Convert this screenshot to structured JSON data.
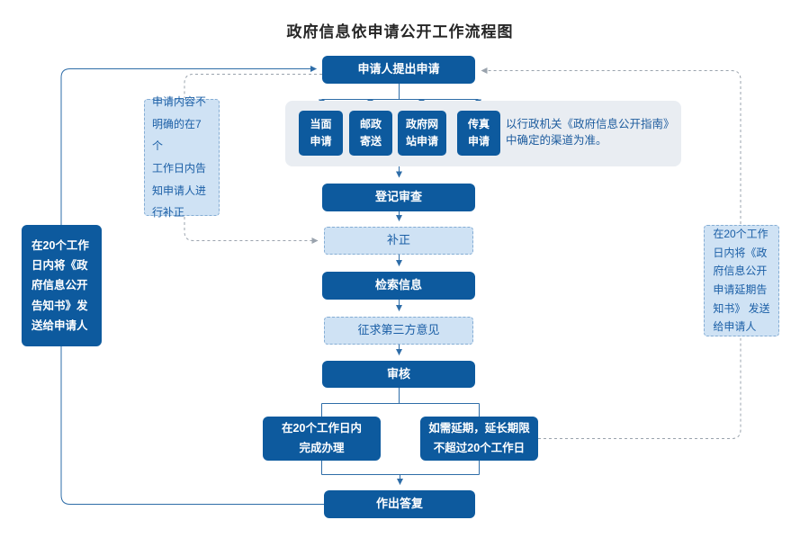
{
  "title": "政府信息依申请公开工作流程图",
  "flow": {
    "start": "申请人提出申请",
    "register": "登记审查",
    "correction": "补正",
    "search": "检索信息",
    "third_party": "征求第三方意见",
    "review": "审核",
    "complete": "在20个工作日内\n完成办理",
    "extend": "如需延期，延长期限\n不超过20个工作日",
    "reply": "作出答复"
  },
  "channels": [
    "当面\n申请",
    "邮政\n寄送",
    "政府网\n站申请",
    "传真\n申请"
  ],
  "channel_note": "以行政机关《政府信息公开指南》\n中确定的渠道为准。",
  "side_notes": {
    "correction_tip": "申请内容不\n明确的在7个\n工作日内告\n知申请人进\n行补正",
    "left_notice": "在20个工作\n日内将《政\n府信息公开\n告知书》发\n送给申请人",
    "right_notice": "在20个工作\n日内将《政\n府信息公开\n申请延期告\n知书》 发送\n给申请人"
  },
  "colors": {
    "dark_blue": "#0d5a9e",
    "light_blue_fill": "#cfe2f4",
    "light_blue_border": "#85add4",
    "light_blue_text": "#1b5fa6",
    "panel_gray": "#e9edf2",
    "solid_line": "#2e6da8",
    "dashed_line": "#9aa3ad"
  }
}
